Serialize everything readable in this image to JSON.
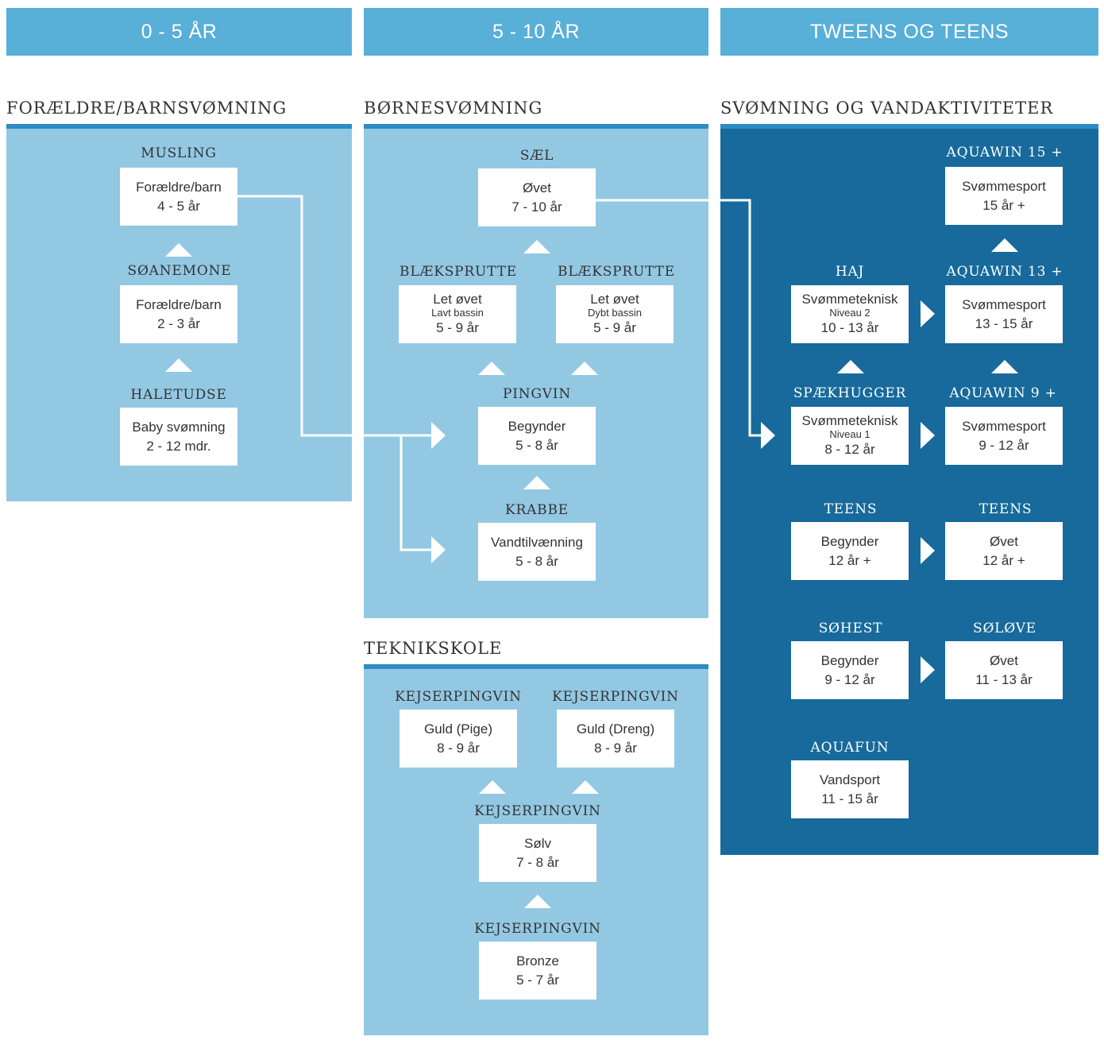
{
  "bands": [
    "0 - 5 ÅR",
    "5 - 10 ÅR",
    "TWEENS OG TEENS"
  ],
  "sections": {
    "foraeldre": "FORÆLDRE/BARNSVØMNING",
    "born": "BØRNESVØMNING",
    "svomning": "SVØMNING OG VANDAKTIVITETER",
    "teknik": "TEKNIKSKOLE"
  },
  "nodes": {
    "musling": {
      "label": "MUSLING",
      "l1": "Forældre/barn",
      "l2": "4 - 5 år"
    },
    "soanemone": {
      "label": "SØANEMONE",
      "l1": "Forældre/barn",
      "l2": "2 - 3 år"
    },
    "haletudse": {
      "label": "HALETUDSE",
      "l1": "Baby svømning",
      "l2": "2 - 12 mdr."
    },
    "sael": {
      "label": "SÆL",
      "l1": "Øvet",
      "l2": "7 - 10 år"
    },
    "blaek1": {
      "label": "BLÆKSPRUTTE",
      "l1": "Let øvet",
      "sub": "Lavt bassin",
      "l2": "5 - 9 år"
    },
    "blaek2": {
      "label": "BLÆKSPRUTTE",
      "l1": "Let øvet",
      "sub": "Dybt bassin",
      "l2": "5 - 9 år"
    },
    "pingvin": {
      "label": "PINGVIN",
      "l1": "Begynder",
      "l2": "5 - 8 år"
    },
    "krabbe": {
      "label": "KRABBE",
      "l1": "Vandtilvænning",
      "l2": "5 - 8 år"
    },
    "kejser_guld_pige": {
      "label": "KEJSERPINGVIN",
      "l1": "Guld (Pige)",
      "l2": "8 - 9 år"
    },
    "kejser_guld_dreng": {
      "label": "KEJSERPINGVIN",
      "l1": "Guld (Dreng)",
      "l2": "8 - 9 år"
    },
    "kejser_solv": {
      "label": "KEJSERPINGVIN",
      "l1": "Sølv",
      "l2": "7 - 8 år"
    },
    "kejser_bronze": {
      "label": "KEJSERPINGVIN",
      "l1": "Bronze",
      "l2": "5 - 7 år"
    },
    "aquawin15": {
      "label": "AQUAWIN 15 +",
      "l1": "Svømmesport",
      "l2": "15 år +"
    },
    "haj": {
      "label": "HAJ",
      "l1": "Svømmeteknisk",
      "sub": "Niveau 2",
      "l2": "10 - 13 år"
    },
    "aquawin13": {
      "label": "AQUAWIN 13 +",
      "l1": "Svømmesport",
      "l2": "13 - 15 år"
    },
    "spaekhugger": {
      "label": "SPÆKHUGGER",
      "l1": "Svømmeteknisk",
      "sub": "Niveau 1",
      "l2": "8 - 12 år"
    },
    "aquawin9": {
      "label": "AQUAWIN 9 +",
      "l1": "Svømmesport",
      "l2": "9 - 12 år"
    },
    "teens1": {
      "label": "TEENS",
      "l1": "Begynder",
      "l2": "12 år +"
    },
    "teens2": {
      "label": "TEENS",
      "l1": "Øvet",
      "l2": "12 år +"
    },
    "sohest": {
      "label": "SØHEST",
      "l1": "Begynder",
      "l2": "9 - 12 år"
    },
    "solove": {
      "label": "SØLØVE",
      "l1": "Øvet",
      "l2": "11 - 13 år"
    },
    "aquafun": {
      "label": "AQUAFUN",
      "l1": "Vandsport",
      "l2": "11 - 15 år"
    }
  },
  "colors": {
    "band": "#58afd8",
    "panel_light": "#93c8e3",
    "panel_dark": "#176a9b",
    "rule": "#2c8cc4",
    "text": "#333333"
  }
}
